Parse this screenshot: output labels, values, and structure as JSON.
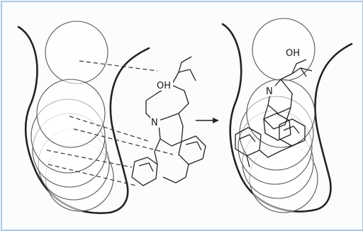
{
  "diagram": {
    "left_molecule": {
      "hydroxyl_label": "OH",
      "nitrogen_label": "N"
    },
    "right_molecule": {
      "hydroxyl_label": "OH",
      "nitrogen_label": "N"
    },
    "transition_arrow": "→",
    "colors": {
      "frame": "#a9c6e6",
      "ink": "#222222",
      "sphere": "#555555"
    }
  }
}
